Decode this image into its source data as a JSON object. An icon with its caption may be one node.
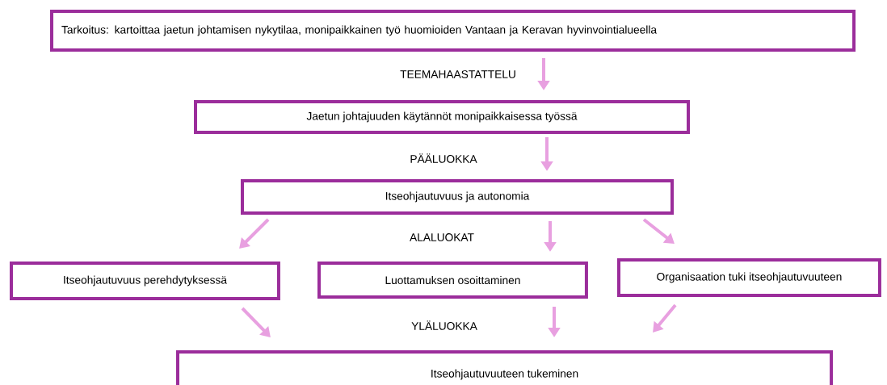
{
  "diagram": {
    "nodes": [
      {
        "text": [
          "Tarkoitus: kartoittaa jaetun johtamisen nykytilaa, monipaikkainen työ huomioiden Vantaan ja Keravan hyvinvointialueella"
        ]
      },
      {
        "text": [
          "Jaetun johtajuuden käytännöt monipaikkaisessa työssä"
        ]
      },
      {
        "text": [
          "Itseohjautuvuus ja autonomia"
        ]
      },
      {
        "text": [
          "Itseohjautuvuus perehdytyksessä"
        ]
      },
      {
        "text": [
          "Luottamuksen osoittaminen"
        ]
      },
      {
        "text": [
          "Organisaation tuki itseohjautuvuuteen"
        ]
      },
      {
        "text": [
          "Itseohjautuvuuteen tukeminen"
        ]
      }
    ],
    "edges": [
      {
        "from": 0,
        "to": 1,
        "arrow": "to"
      },
      {
        "from": 1,
        "to": 2,
        "arrow": "to"
      },
      {
        "from": 2,
        "to": 3,
        "arrow": "to"
      },
      {
        "from": 2,
        "to": 4,
        "arrow": "to"
      },
      {
        "from": 2,
        "to": 5,
        "arrow": "to"
      },
      {
        "from": 3,
        "to": 6,
        "arrow": "to"
      },
      {
        "from": 4,
        "to": 6,
        "arrow": "to"
      },
      {
        "from": 5,
        "to": 6,
        "arrow": "to"
      }
    ],
    "labels": [
      "TEEMAHAASTATTELU",
      "PÄÄLUOKKA",
      "ALALUOKAT",
      "YLÄLUOKKA"
    ]
  }
}
